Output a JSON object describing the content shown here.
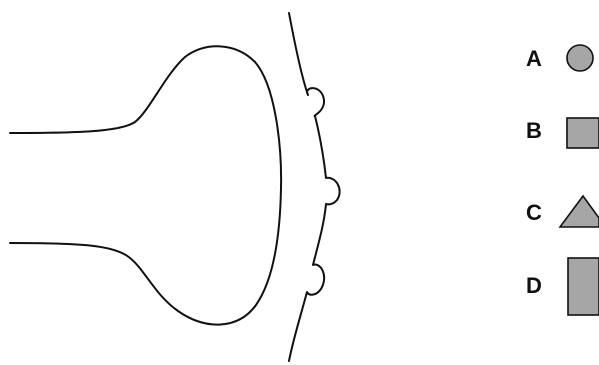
{
  "diagram": {
    "legend": [
      {
        "label": "A",
        "shape": "circle"
      },
      {
        "label": "B",
        "shape": "square"
      },
      {
        "label": "C",
        "shape": "triangle"
      },
      {
        "label": "D",
        "shape": "rectangle"
      }
    ],
    "colors": {
      "outline": "#111111",
      "shape_fill": "#a6a6a6",
      "background": "#ffffff"
    }
  }
}
